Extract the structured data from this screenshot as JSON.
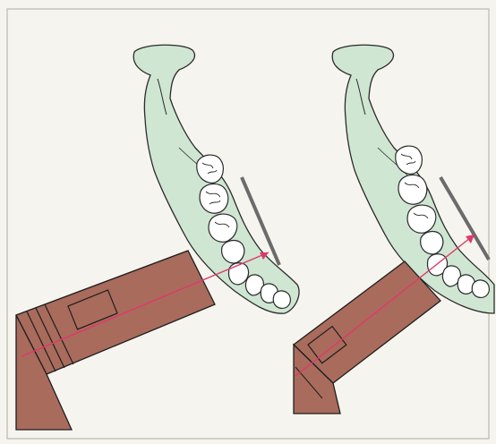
{
  "figure": {
    "panels": [
      {
        "id": "left",
        "label": ""
      },
      {
        "id": "right",
        "label": ""
      }
    ]
  },
  "colors": {
    "background": "#f6f4ee",
    "frame": "#bdb8ad",
    "bone_fill": "#cfe6d3",
    "bone_outline": "#2a2a2a",
    "tube_fill": "#a96b5c",
    "tube_outline": "#1e1e1e",
    "beam": "#e0386a",
    "film": "#6b6b6b"
  },
  "icons": {
    "jaw": "mandible-with-teeth",
    "tube": "xray-tube-cone",
    "film": "intraoral-film",
    "beam": "central-ray-line"
  }
}
